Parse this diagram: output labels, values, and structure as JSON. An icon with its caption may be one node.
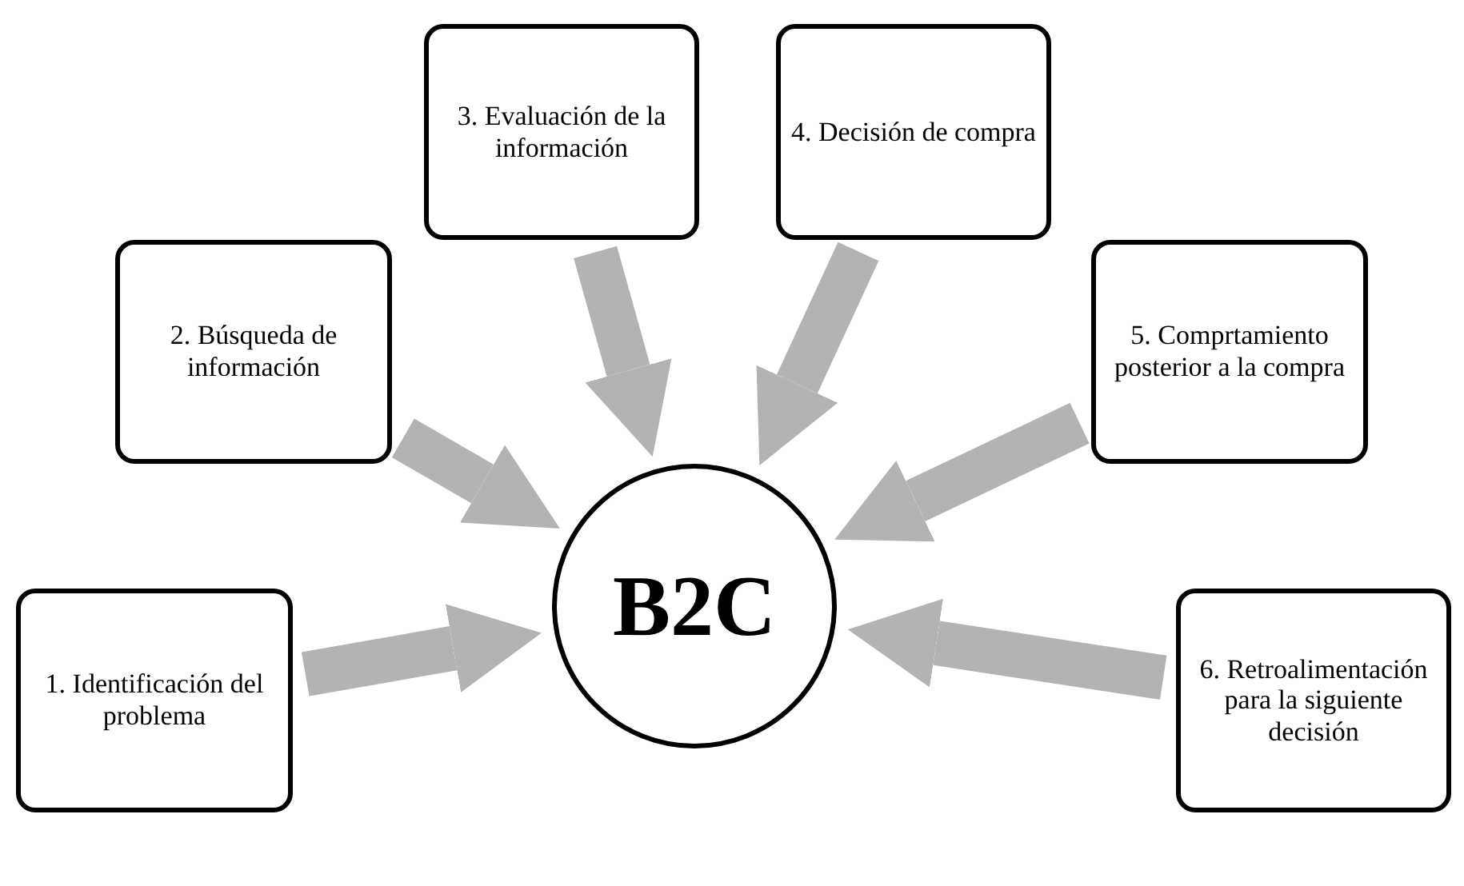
{
  "diagram": {
    "nodes": [
      {
        "text": [
          "B2C"
        ]
      },
      {
        "text": [
          "1. Identificación del problema"
        ]
      },
      {
        "text": [
          "2. Búsqueda de información"
        ]
      },
      {
        "text": [
          "3. Evaluación de la información"
        ]
      },
      {
        "text": [
          "4. Decisión de compra"
        ]
      },
      {
        "text": [
          "5. Comprtamiento posterior a la compra"
        ]
      },
      {
        "text": [
          "6. Retroalimentación para la siguiente decisión"
        ]
      }
    ],
    "edges": [
      {
        "from": 1,
        "to": 0,
        "arrow": "to"
      },
      {
        "from": 2,
        "to": 0,
        "arrow": "to"
      },
      {
        "from": 3,
        "to": 0,
        "arrow": "to"
      },
      {
        "from": 4,
        "to": 0,
        "arrow": "to"
      },
      {
        "from": 5,
        "to": 0,
        "arrow": "to"
      },
      {
        "from": 6,
        "to": 0,
        "arrow": "to"
      }
    ]
  }
}
